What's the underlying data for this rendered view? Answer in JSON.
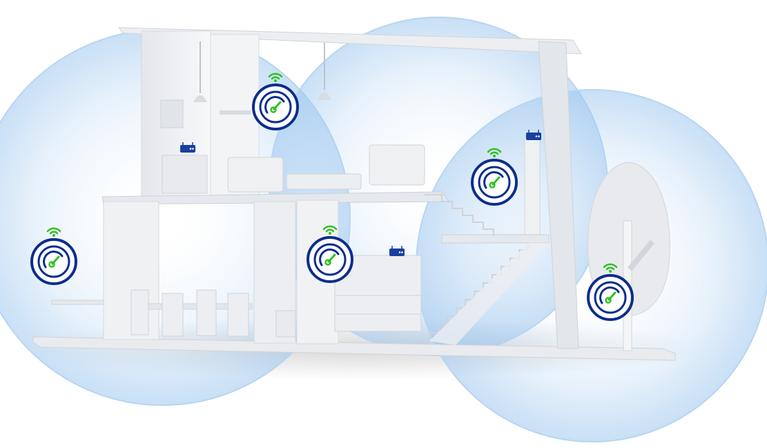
{
  "scene": {
    "colors": {
      "coverage": "#9cc6ee",
      "badge_ring": "#0c2d8c",
      "signal_green": "#2ec21f",
      "router_blue": "#1b3fa0",
      "house_light": "#f2f3f5",
      "house_shade": "#d9dce1"
    },
    "coverage_zones": [
      {
        "name": "coverage-zone-left"
      },
      {
        "name": "coverage-zone-center"
      },
      {
        "name": "coverage-zone-right"
      }
    ],
    "speed_badges": [
      {
        "name": "speed-badge-upper-room",
        "icon": "speedometer-icon"
      },
      {
        "name": "speed-badge-stair-landing",
        "icon": "speedometer-icon"
      },
      {
        "name": "speed-badge-yard-left",
        "icon": "speedometer-icon"
      },
      {
        "name": "speed-badge-living-room",
        "icon": "speedometer-icon"
      },
      {
        "name": "speed-badge-garden-tree",
        "icon": "speedometer-icon"
      }
    ],
    "routers": [
      {
        "name": "router-upper-room",
        "icon": "router-icon"
      },
      {
        "name": "router-living-room",
        "icon": "router-icon"
      },
      {
        "name": "router-wall-right",
        "icon": "router-icon"
      }
    ]
  }
}
